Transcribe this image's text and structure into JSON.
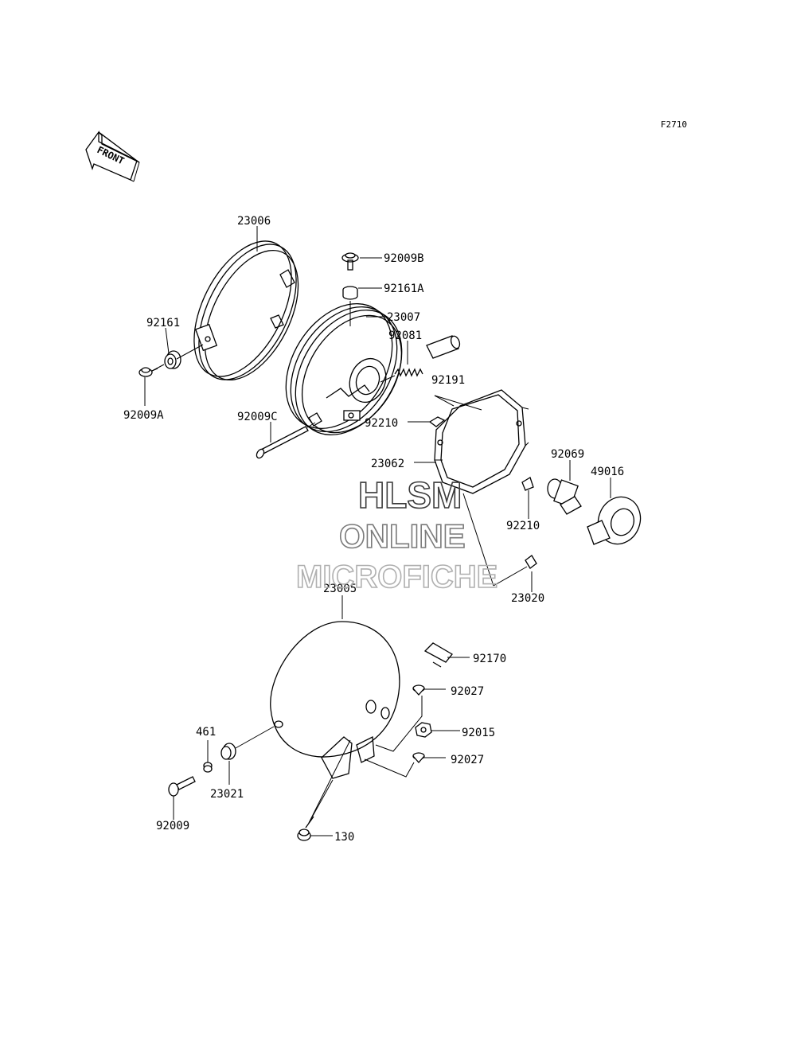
{
  "diagram": {
    "code": "F2710",
    "front_label": "FRONT",
    "watermark": [
      "HLSM",
      "ONLINE",
      "MICROFICHE"
    ],
    "colors": {
      "line": "#000000",
      "watermark_dark": "#3a3a3a",
      "watermark_mid": "#7a7a7a",
      "watermark_light": "#b0b0b0"
    },
    "parts": {
      "p23006": "23006",
      "p92009b": "92009B",
      "p92161a": "92161A",
      "p23007": "23007",
      "p92161": "92161",
      "p92081": "92081",
      "p92191": "92191",
      "p92009a": "92009A",
      "p92009c": "92009C",
      "p92210a": "92210",
      "p23062": "23062",
      "p92069": "92069",
      "p49016": "49016",
      "p92210b": "92210",
      "p23005": "23005",
      "p23020": "23020",
      "p92170": "92170",
      "p92027a": "92027",
      "p461": "461",
      "p92015": "92015",
      "p92027b": "92027",
      "p23021": "23021",
      "p92009": "92009",
      "p130": "130"
    }
  }
}
